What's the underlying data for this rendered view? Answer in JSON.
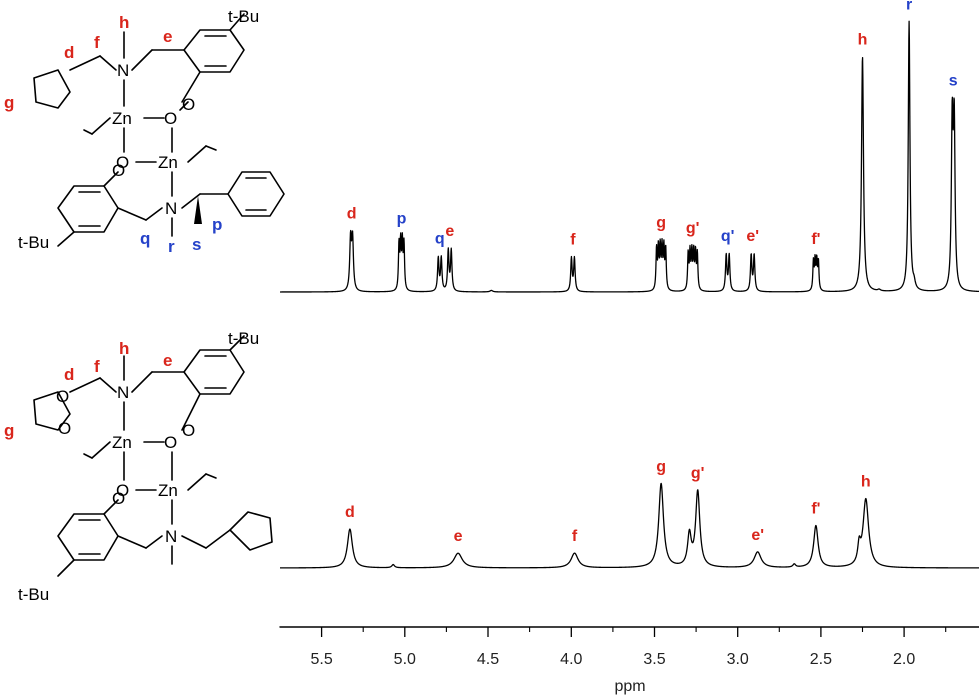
{
  "chart_data": [
    {
      "type": "line",
      "panel": "top",
      "x_reversed": true,
      "xlim": [
        5.75,
        1.55
      ],
      "peaks": [
        {
          "label": "d",
          "color": "red",
          "ppm": 5.32,
          "height": 0.34,
          "mult": 2,
          "j": 0.012,
          "width": 0.006
        },
        {
          "label": "p",
          "color": "blue",
          "ppm": 5.02,
          "height": 0.3,
          "mult": 4,
          "j": 0.01,
          "width": 0.004
        },
        {
          "label": "q",
          "color": "blue",
          "ppm": 4.79,
          "height": 0.22,
          "mult": 2,
          "j": 0.018,
          "width": 0.005
        },
        {
          "label": "e",
          "color": "red",
          "ppm": 4.73,
          "height": 0.27,
          "mult": 2,
          "j": 0.018,
          "width": 0.005
        },
        {
          "label": "f",
          "color": "red",
          "ppm": 3.99,
          "height": 0.22,
          "mult": 2,
          "j": 0.018,
          "width": 0.005
        },
        {
          "label": "g",
          "color": "red",
          "ppm": 3.46,
          "height": 0.27,
          "mult": 6,
          "j": 0.011,
          "width": 0.004
        },
        {
          "label": "g'",
          "color": "red",
          "ppm": 3.27,
          "height": 0.24,
          "mult": 6,
          "j": 0.011,
          "width": 0.004
        },
        {
          "label": "q'",
          "color": "blue",
          "ppm": 3.06,
          "height": 0.24,
          "mult": 2,
          "j": 0.018,
          "width": 0.005
        },
        {
          "label": "e'",
          "color": "red",
          "ppm": 2.91,
          "height": 0.24,
          "mult": 2,
          "j": 0.018,
          "width": 0.005
        },
        {
          "label": "f'",
          "color": "red",
          "ppm": 2.53,
          "height": 0.19,
          "mult": 4,
          "j": 0.01,
          "width": 0.004
        },
        {
          "label": "h",
          "color": "red",
          "ppm": 2.25,
          "height": 1.57,
          "mult": 1,
          "j": 0,
          "width": 0.007
        },
        {
          "label": "r",
          "color": "blue",
          "ppm": 1.97,
          "height": 1.8,
          "mult": 1,
          "j": 0,
          "width": 0.006
        },
        {
          "label": "s",
          "color": "blue",
          "ppm": 1.705,
          "height": 1.08,
          "mult": 2,
          "j": 0.012,
          "width": 0.006
        }
      ],
      "minor_peaks": [
        {
          "ppm": 4.48,
          "height": 0.01,
          "width": 0.01
        },
        {
          "ppm": 2.15,
          "height": 0.01,
          "width": 0.01
        },
        {
          "ppm": 1.94,
          "height": 0.04,
          "width": 0.008
        }
      ]
    },
    {
      "type": "line",
      "panel": "bottom",
      "x_reversed": true,
      "xlim": [
        5.75,
        1.55
      ],
      "peaks": [
        {
          "label": "d",
          "color": "red",
          "ppm": 5.33,
          "height": 0.37,
          "mult": 1,
          "j": 0,
          "width": 0.018
        },
        {
          "label": "e",
          "color": "red",
          "ppm": 4.68,
          "height": 0.14,
          "mult": 1,
          "j": 0,
          "width": 0.03
        },
        {
          "label": "f",
          "color": "red",
          "ppm": 3.98,
          "height": 0.14,
          "mult": 1,
          "j": 0,
          "width": 0.025
        },
        {
          "label": "g",
          "color": "red",
          "ppm": 3.46,
          "height": 0.8,
          "mult": 1,
          "j": 0,
          "width": 0.017
        },
        {
          "label": "g'",
          "color": "red",
          "ppm": 3.24,
          "height": 0.72,
          "mult": 1,
          "j": 0,
          "width": 0.015
        },
        {
          "label": "e'",
          "color": "red",
          "ppm": 2.88,
          "height": 0.15,
          "mult": 1,
          "j": 0,
          "width": 0.025
        },
        {
          "label": "f'",
          "color": "red",
          "ppm": 2.53,
          "height": 0.4,
          "mult": 1,
          "j": 0,
          "width": 0.016
        },
        {
          "label": "h",
          "color": "red",
          "ppm": 2.23,
          "height": 0.65,
          "mult": 1,
          "j": 0,
          "width": 0.02
        }
      ],
      "minor_peaks": [
        {
          "ppm": 3.29,
          "height": 0.3,
          "width": 0.013
        },
        {
          "ppm": 5.07,
          "height": 0.03,
          "width": 0.01
        },
        {
          "ppm": 2.66,
          "height": 0.03,
          "width": 0.01
        },
        {
          "ppm": 2.27,
          "height": 0.17,
          "width": 0.01
        }
      ]
    }
  ],
  "axis": {
    "label": "ppm",
    "ticks": [
      "5.5",
      "5.0",
      "4.5",
      "4.0",
      "3.5",
      "3.0",
      "2.5",
      "2.0"
    ],
    "tick_values": [
      5.5,
      5.0,
      4.5,
      4.0,
      3.5,
      3.0,
      2.5,
      2.0
    ]
  },
  "colors": {
    "red": "#d9261c",
    "blue": "#2542c9",
    "line": "#000000"
  },
  "structure_top": {
    "tBu": "t-Bu",
    "tBu2": "t-Bu",
    "Zn1": "Zn",
    "Zn2": "Zn",
    "O1": "O",
    "O2": "O",
    "O3": "O",
    "O4": "O",
    "N1": "N",
    "N2": "N",
    "labels": {
      "d": "d",
      "f": "f",
      "h": "h",
      "e": "e",
      "g": "g",
      "q": "q",
      "r": "r",
      "p": "p",
      "s": "s"
    }
  },
  "structure_bottom": {
    "tBu": "t-Bu",
    "tBu2": "t-Bu",
    "Zn1": "Zn",
    "Zn2": "Zn",
    "O1": "O",
    "O2": "O",
    "O3": "O",
    "O4": "O",
    "O5": "O",
    "O6": "O",
    "N1": "N",
    "N2": "N",
    "labels": {
      "d": "d",
      "f": "f",
      "h": "h",
      "e": "e",
      "g": "g"
    }
  }
}
